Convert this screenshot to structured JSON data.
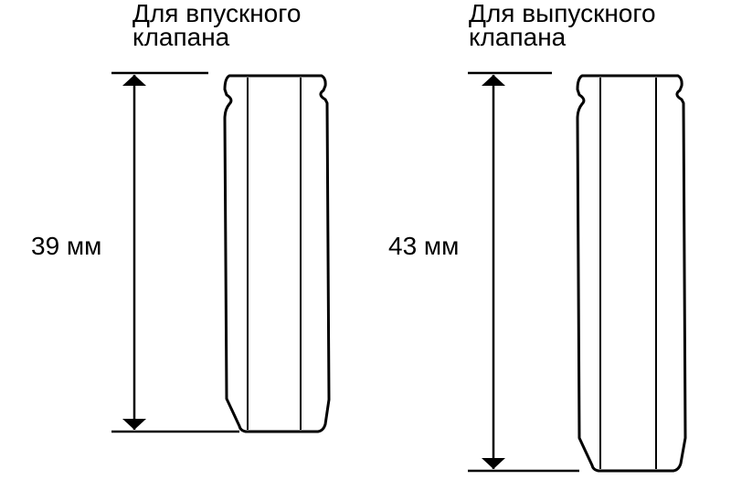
{
  "intake": {
    "title_line1": "Для впускного",
    "title_line2": "клапана",
    "dimension": "39 мм"
  },
  "exhaust": {
    "title_line1": "Для выпускного",
    "title_line2": "клапана",
    "dimension": "43 мм"
  }
}
